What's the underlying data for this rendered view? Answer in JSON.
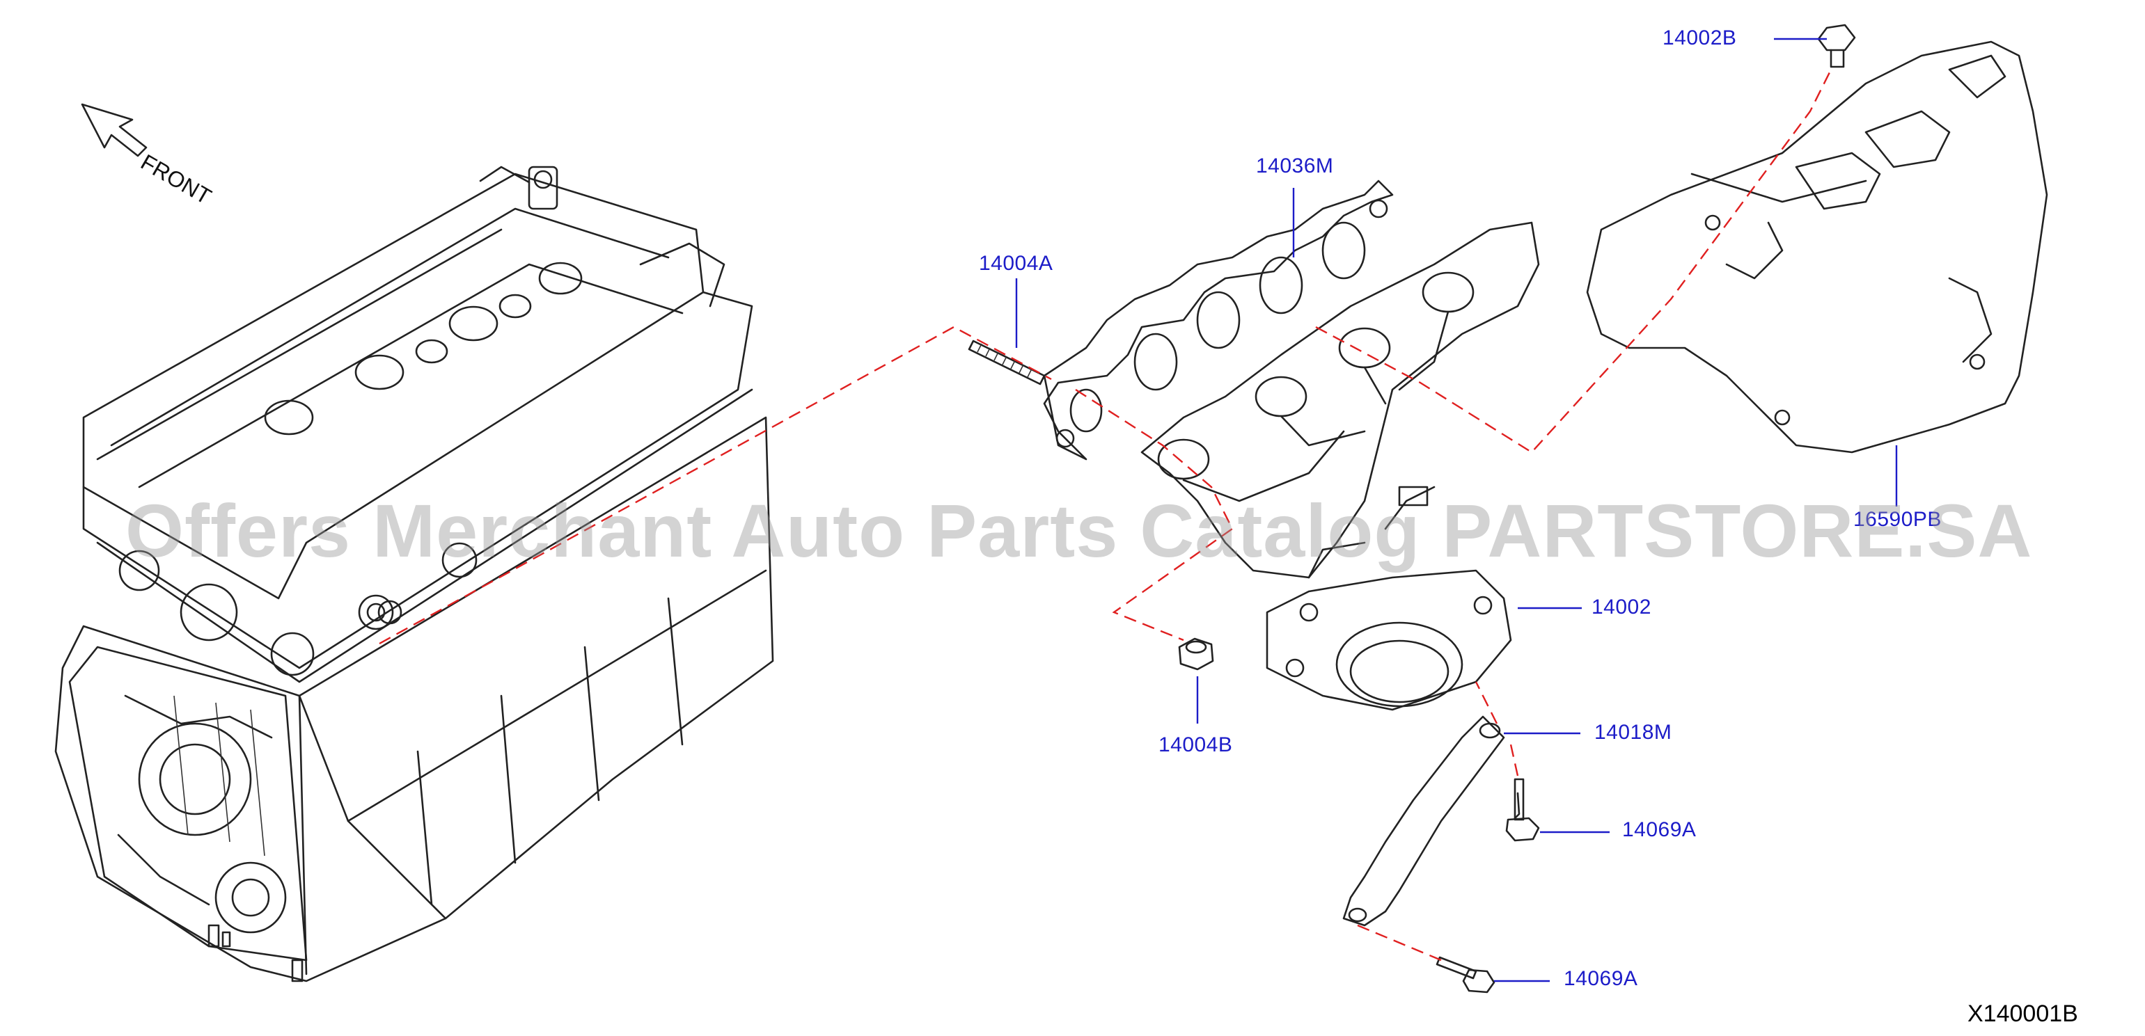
{
  "diagram": {
    "callouts": {
      "c14002B": "14002B",
      "c14036M": "14036M",
      "c14004A": "14004A",
      "c16590PB": "16590PB",
      "c14002": "14002",
      "c14004B": "14004B",
      "c14018M": "14018M",
      "c14069A_1": "14069A",
      "c14069A_2": "14069A"
    },
    "front_label": "FRONT",
    "reference_code": "X140001B",
    "watermark": "Offers Merchant Auto Parts Catalog PARTSTORE.SA",
    "colors": {
      "callout": "#1c1cc8",
      "dashed_line": "#e02020",
      "line_art": "#222222"
    }
  }
}
